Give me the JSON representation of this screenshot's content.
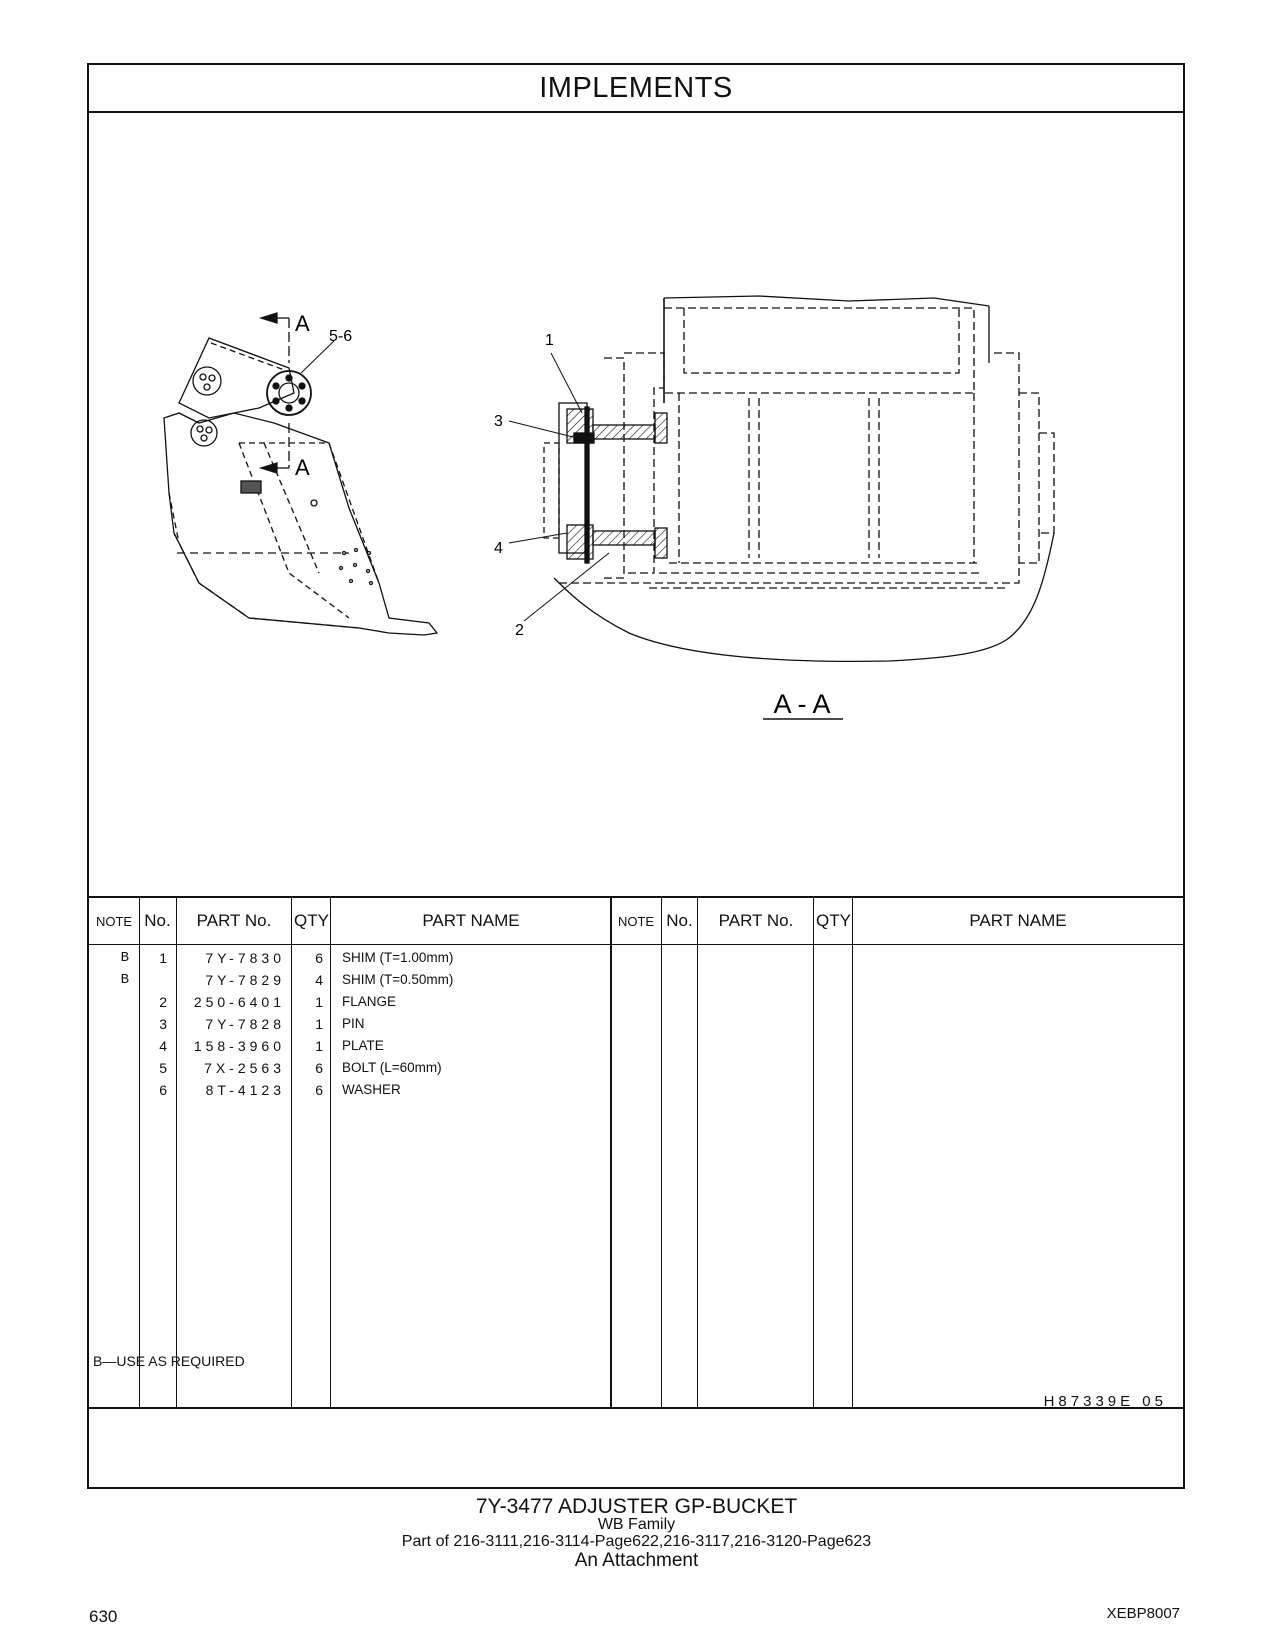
{
  "header": {
    "title": "IMPLEMENTS"
  },
  "figure": {
    "section_marker": "A",
    "section_label": "A - A",
    "callouts": {
      "c56": "5-6",
      "c1": "1",
      "c2": "2",
      "c3": "3",
      "c4": "4"
    }
  },
  "table": {
    "columns": {
      "note": "NOTE",
      "no": "No.",
      "part_no": "PART No.",
      "qty": "QTY",
      "part_name": "PART NAME"
    },
    "rows": [
      {
        "note": "B",
        "no": "1",
        "part_no": "7Y-7830",
        "qty": "6",
        "part_name": "SHIM (T=1.00mm)"
      },
      {
        "note": "B",
        "no": "",
        "part_no": "7Y-7829",
        "qty": "4",
        "part_name": "SHIM (T=0.50mm)"
      },
      {
        "note": "",
        "no": "2",
        "part_no": "250-6401",
        "qty": "1",
        "part_name": "FLANGE"
      },
      {
        "note": "",
        "no": "3",
        "part_no": "7Y-7828",
        "qty": "1",
        "part_name": "PIN"
      },
      {
        "note": "",
        "no": "4",
        "part_no": "158-3960",
        "qty": "1",
        "part_name": "PLATE"
      },
      {
        "note": "",
        "no": "5",
        "part_no": "7X-2563",
        "qty": "6",
        "part_name": "BOLT (L=60mm)"
      },
      {
        "note": "",
        "no": "6",
        "part_no": "8T-4123",
        "qty": "6",
        "part_name": "WASHER"
      }
    ]
  },
  "footnote": "B—USE AS REQUIRED",
  "drawing_code": "H87339E  05",
  "caption": {
    "line1": "7Y-3477  ADJUSTER GP-BUCKET",
    "line2": "WB Family",
    "line3": "Part of 216-3111,216-3114-Page622,216-3117,216-3120-Page623",
    "line4": "An Attachment"
  },
  "page_number": "630",
  "doc_code": "XEBP8007"
}
